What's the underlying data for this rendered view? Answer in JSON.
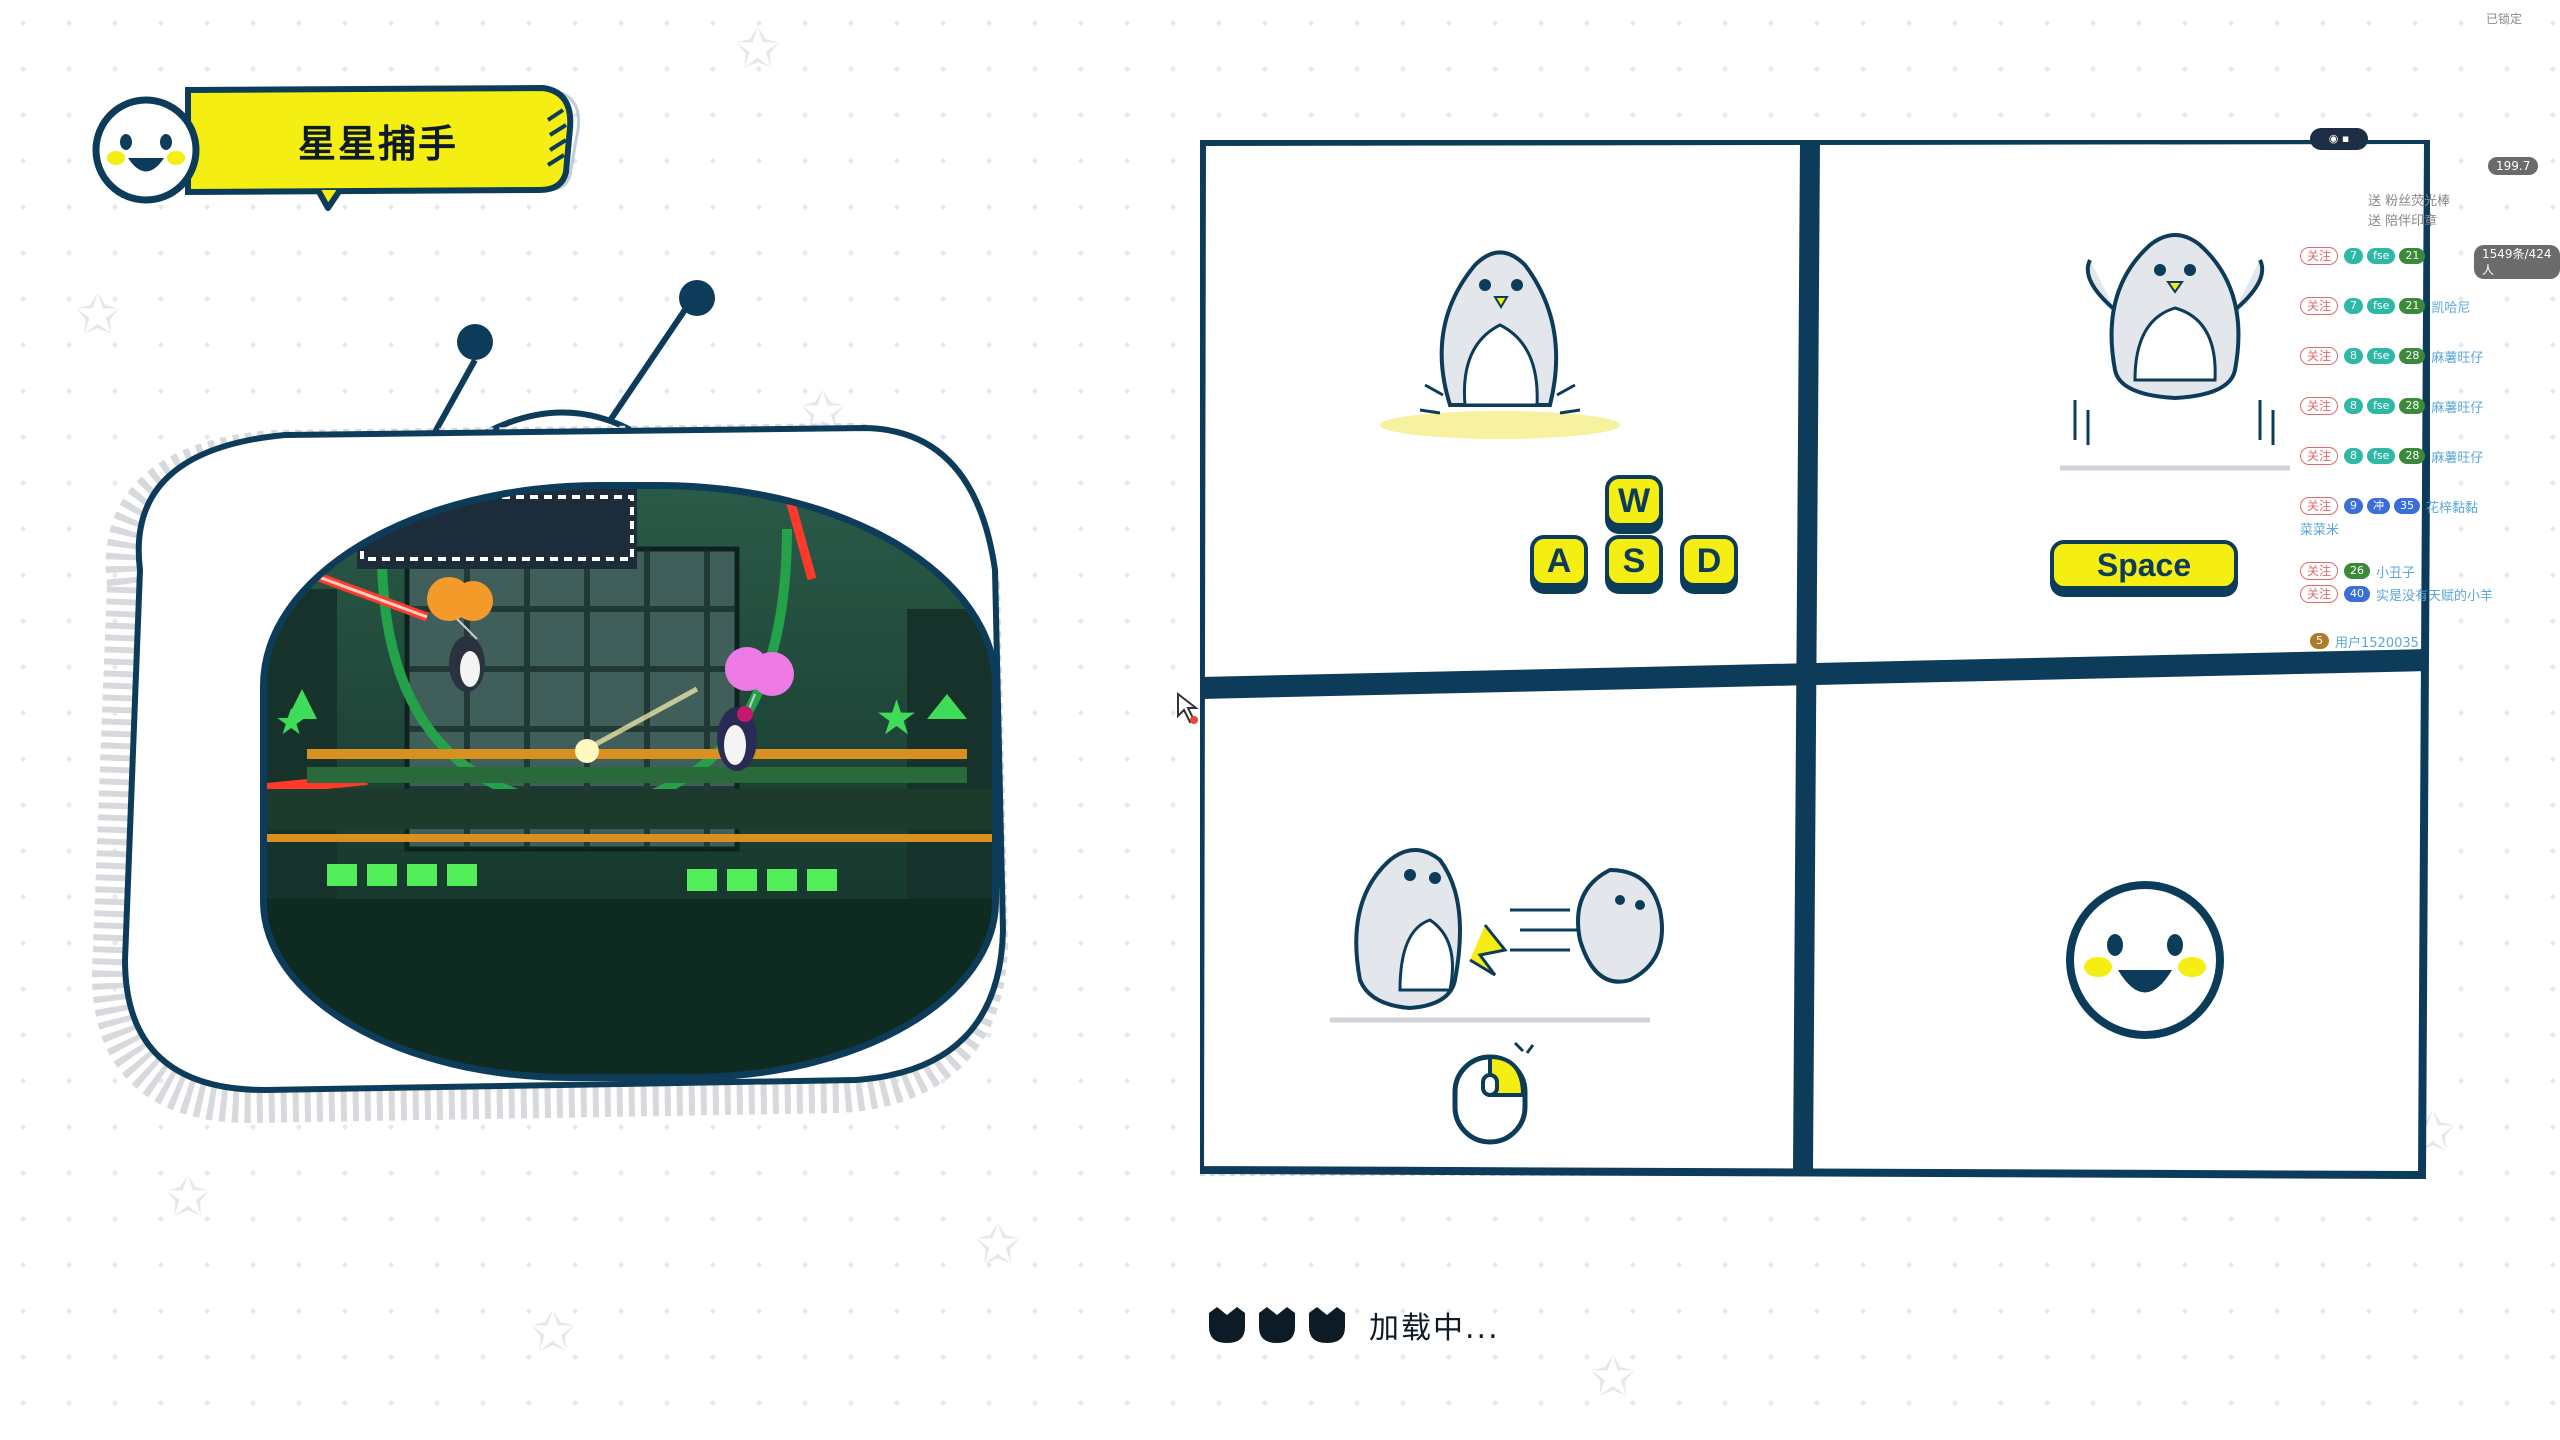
{
  "game": {
    "title": "星星捕手",
    "loading_text": "加载中..."
  },
  "controls": {
    "move_keys": [
      "W",
      "A",
      "S",
      "D"
    ],
    "jump_key": "Space"
  },
  "stream_overlay": {
    "status": "已锁定",
    "viewer_count": "199.7",
    "online_stats": "1549条/424人",
    "gift_lines": [
      "送 粉丝荧光棒",
      "送 陪伴印章"
    ],
    "follow_tag": "关注",
    "messages": [
      {
        "fan_count": "7",
        "fan_name": "fse",
        "level": "21",
        "name": ""
      },
      {
        "fan_count": "7",
        "fan_name": "fse",
        "level": "21",
        "name": "凯哈尼"
      },
      {
        "fan_count": "8",
        "fan_name": "fse",
        "level": "28",
        "name": "麻薯旺仔"
      },
      {
        "fan_count": "8",
        "fan_name": "fse",
        "level": "28",
        "name": "麻薯旺仔"
      },
      {
        "fan_count": "8",
        "fan_name": "fse",
        "level": "28",
        "name": "麻薯旺仔"
      },
      {
        "fan_count": "9",
        "fan_name": "冲",
        "level": "35",
        "name": "花梓黏黏"
      },
      {
        "fan_count": "",
        "fan_name": "",
        "level": "26",
        "name": "小丑子"
      },
      {
        "fan_count": "",
        "fan_name": "",
        "level": "40",
        "name": "实是没有天赋的小羊"
      }
    ],
    "wrap_name": "菜菜米",
    "last_user": "用户1520035",
    "last_level": "5"
  },
  "colors": {
    "accent_yellow": "#f5ee12",
    "outline_navy": "#0d3c5a",
    "laser_red": "#ff3a2a",
    "neon_green": "#3fdc5a",
    "balloon_pink": "#ee7ae6",
    "balloon_orange": "#f39a2a"
  },
  "icons": [
    "smiley-mascot-icon",
    "penguin-icon",
    "mouse-icon",
    "paw-icon",
    "star-icon",
    "cursor-icon"
  ]
}
